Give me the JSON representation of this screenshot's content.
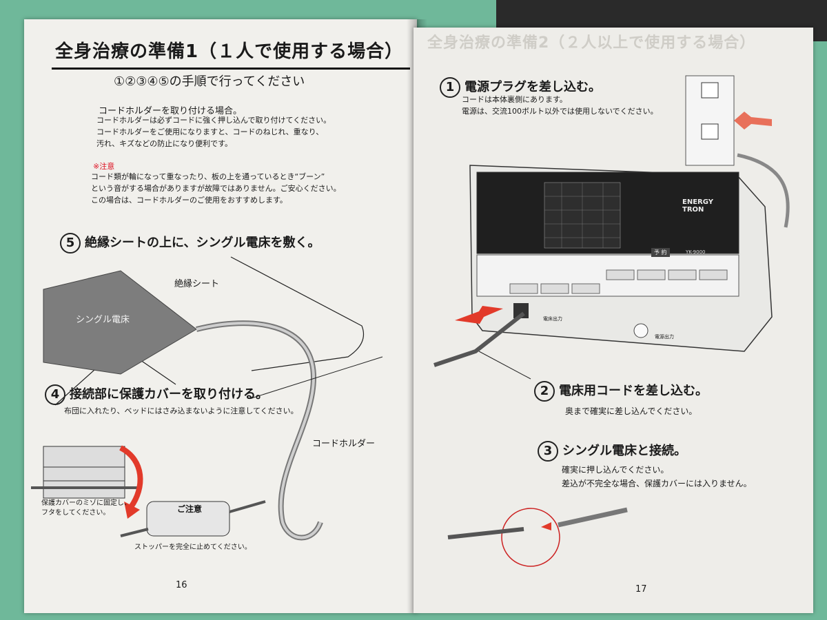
{
  "left_page": {
    "title": "全身治療の準備1（１人で使用する場合）",
    "subtitle": "①②③④⑤の手順で行ってください",
    "cord_holder": {
      "heading": "コードホルダーを取り付ける場合。",
      "lines": [
        "コードホルダーは必ずコードに強く押し込んで取り付けてください。",
        "コードホルダーをご使用になりますと、コードのねじれ、重なり、",
        "汚れ、キズなどの防止になり便利です。"
      ]
    },
    "caution": {
      "label": "※注意",
      "lines": [
        "コード類が輪になって重なったり、板の上を通っているとき“ブーン”",
        "という音がする場合がありますが故障ではありません。ご安心ください。",
        "この場合は、コードホルダーのご使用をおすすめします。"
      ]
    },
    "step5": {
      "num": "5",
      "text": "絶縁シートの上に、シングル電床を敷く。"
    },
    "label_sheet": "絶縁シート",
    "label_mat": "シングル電床",
    "step4": {
      "num": "4",
      "text": "接続部に保護カバーを取り付ける。",
      "note": "布団に入れたり、ベッドにはさみ込まないように注意してください。"
    },
    "label_cover": [
      "保護カバーのミゾに固定し、",
      "フタをしてください。"
    ],
    "label_stopper": "ストッパーを完全に止めてください。",
    "cover_text": "ご注意",
    "label_holder": "コードホルダー",
    "page_number": "16"
  },
  "right_page": {
    "ghost_title": "全身治療の準備2（２人以上で使用する場合）",
    "step1": {
      "num": "1",
      "text": "電源プラグを差し込む。",
      "lines": [
        "コードは本体裏側にあります。",
        "電源は、交流100ボルト以外では使用しないでください。"
      ]
    },
    "step2": {
      "num": "2",
      "text": "電床用コードを差し込む。",
      "note": "奥まで確実に差し込んでください。"
    },
    "step3": {
      "num": "3",
      "text": "シングル電床と接続。",
      "lines": [
        "確実に押し込んでください。",
        "差込が不完全な場合、保護カバーには入りません。"
      ]
    },
    "device": {
      "brand": [
        "ENERGY",
        "TRON"
      ],
      "model": "YK-9000",
      "btn_yoyaku": "予 約",
      "label_output": "電床出力",
      "label_power": "電源出力"
    },
    "page_number": "17"
  },
  "colors": {
    "arrow": "#e23a2a",
    "mat": "#7d7d7d",
    "panel": "#2b2b2b"
  }
}
